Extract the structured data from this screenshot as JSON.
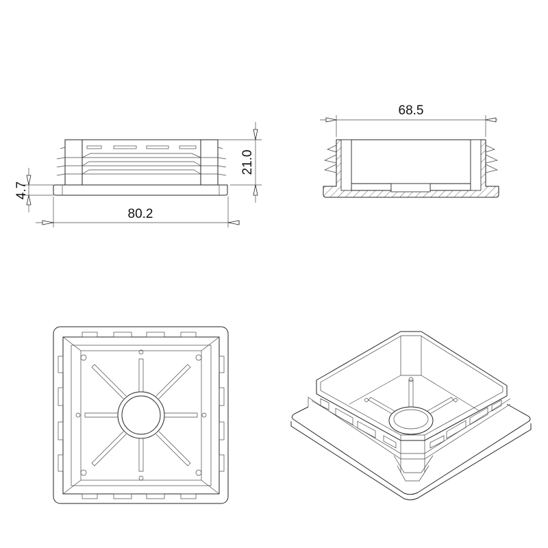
{
  "drawing": {
    "views": [
      "front-view",
      "section-view",
      "top-view",
      "isometric-view"
    ],
    "dimensions": {
      "overall_width": "80.2",
      "total_height": "21.0",
      "flange_thickness": "4.7",
      "insert_width": "68.5"
    },
    "line_color": "#222222",
    "background": "#ffffff"
  }
}
